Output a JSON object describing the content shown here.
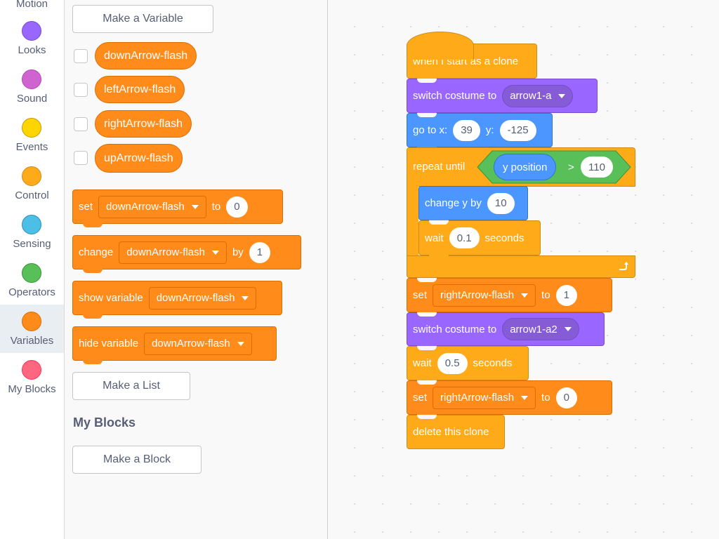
{
  "categories": [
    {
      "label": "Motion",
      "color": "#4c97ff"
    },
    {
      "label": "Looks",
      "color": "#9966ff"
    },
    {
      "label": "Sound",
      "color": "#cf63cf"
    },
    {
      "label": "Events",
      "color": "#ffd500"
    },
    {
      "label": "Control",
      "color": "#ffab19"
    },
    {
      "label": "Sensing",
      "color": "#4cbfe6"
    },
    {
      "label": "Operators",
      "color": "#59c059"
    },
    {
      "label": "Variables",
      "color": "#ff8c1a"
    },
    {
      "label": "My Blocks",
      "color": "#ff6680"
    }
  ],
  "active_category": "Variables",
  "palette": {
    "make_variable": "Make a Variable",
    "variables": [
      "downArrow-flash",
      "leftArrow-flash",
      "rightArrow-flash",
      "upArrow-flash"
    ],
    "set_block": {
      "kw": "set",
      "var": "downArrow-flash",
      "to": "to",
      "value": "0"
    },
    "change_block": {
      "kw": "change",
      "var": "downArrow-flash",
      "by": "by",
      "value": "1"
    },
    "show_block": {
      "kw": "show variable",
      "var": "downArrow-flash"
    },
    "hide_block": {
      "kw": "hide variable",
      "var": "downArrow-flash"
    },
    "make_list": "Make a List",
    "my_blocks_title": "My Blocks",
    "make_block": "Make a Block"
  },
  "script": {
    "hat": "when I start as a clone",
    "costume1": {
      "kw": "switch costume to",
      "value": "arrow1-a"
    },
    "goto": {
      "kw": "go to x:",
      "x": "39",
      "ykw": "y:",
      "y": "-125"
    },
    "repeat": {
      "kw": "repeat until",
      "reporter": "y position",
      "op": ">",
      "value": "110"
    },
    "change_y": {
      "kw": "change y by",
      "value": "10"
    },
    "wait_inner": {
      "kw": "wait",
      "value": "0.1",
      "unit": "seconds"
    },
    "set1": {
      "kw": "set",
      "var": "rightArrow-flash",
      "to": "to",
      "value": "1"
    },
    "costume2": {
      "kw": "switch costume to",
      "value": "arrow1-a2"
    },
    "wait2": {
      "kw": "wait",
      "value": "0.5",
      "unit": "seconds"
    },
    "set2": {
      "kw": "set",
      "var": "rightArrow-flash",
      "to": "to",
      "value": "0"
    },
    "delete": "delete this clone"
  }
}
